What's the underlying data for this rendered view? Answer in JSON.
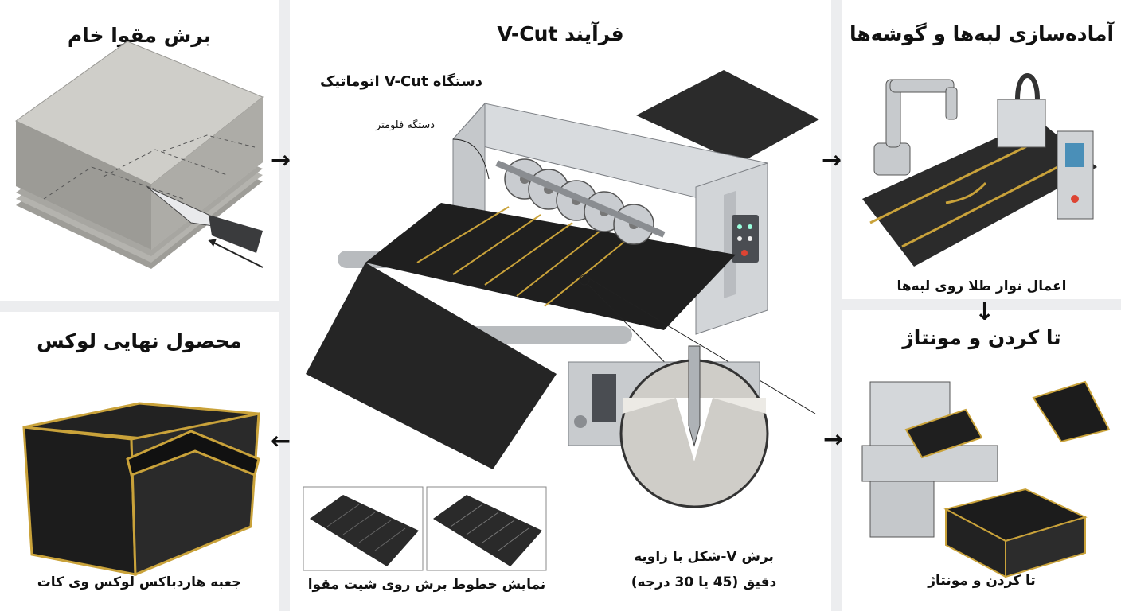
{
  "steps": {
    "raw_cut": {
      "title": "برش مقوا خام"
    },
    "vcut": {
      "title": "فرآیند V-Cut",
      "machine_label": "دستگاه V-Cut اتوماتیک",
      "blade_label": "دستگه فلومتر",
      "detail_caption_line1": "برش V-شکل با زاویه",
      "detail_caption_line2": "دقیق (45 یا 30 درجه)",
      "sheets_caption": "نمایش خطوط برش روی شیت مقوا"
    },
    "edges": {
      "title": "آماده‌سازی لبه‌ها و گوشه‌ها",
      "caption": "اعمال نوار طلا روی لبه‌ها"
    },
    "folding": {
      "title": "تا کردن و مونتاژ",
      "caption": "تا کردن و مونتاژ"
    },
    "final": {
      "title": "محصول نهایی لوکس",
      "caption": "جعبه هاردباکس لوکس وی کات"
    }
  },
  "arrows": {
    "right": "→",
    "left": "←",
    "down": "↓"
  },
  "colors": {
    "board_black": "#1c1c1c",
    "gold": "#c9a23a",
    "machine_grey": "#d9dcdf",
    "cardboard": "#c9c8c3"
  }
}
